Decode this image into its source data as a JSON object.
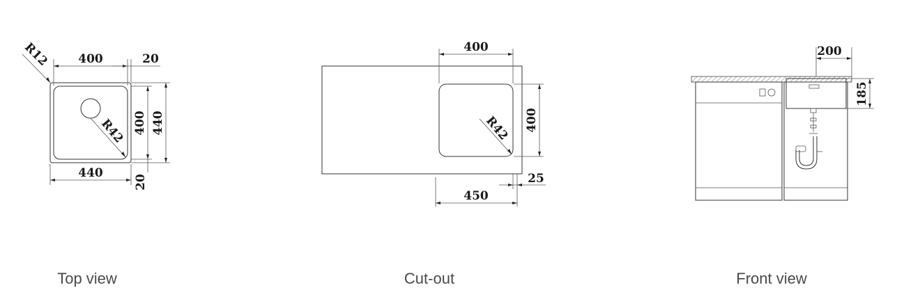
{
  "views": {
    "top": {
      "caption": "Top view",
      "dim_width_inner": "400",
      "dim_offset_top": "20",
      "dim_radius_corner": "R12",
      "dim_height_inner": "400",
      "dim_height_outer": "440",
      "dim_radius_inner": "R42",
      "dim_width_outer": "440",
      "dim_offset_bottom": "20"
    },
    "cutout": {
      "caption": "Cut-out",
      "dim_width": "400",
      "dim_height": "400",
      "dim_radius": "R42",
      "dim_cabinet": "450",
      "dim_offset": "25"
    },
    "front": {
      "caption": "Front view",
      "dim_depth_offset": "200",
      "dim_bowl_depth": "185"
    }
  }
}
